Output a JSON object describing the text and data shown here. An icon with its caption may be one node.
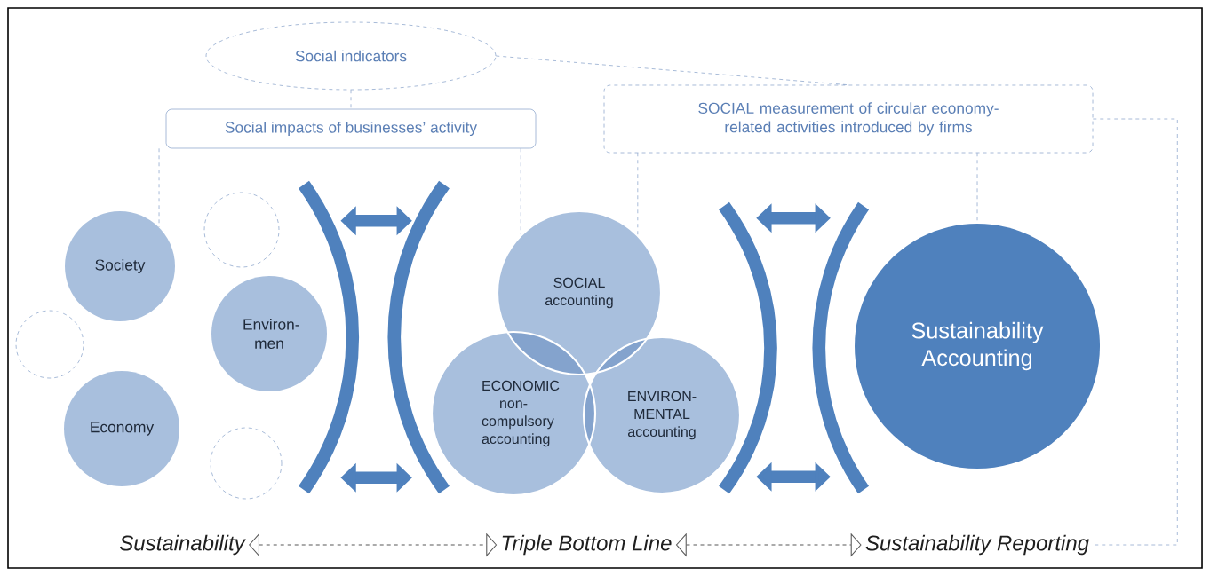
{
  "diagram": {
    "nodes": [
      {
        "text": [
          "Social indicators"
        ]
      },
      {
        "text": [
          "Social impacts of businesses’ activity"
        ]
      },
      {
        "text": [
          "SOCIAL measurement of circular economy-related activities introduced by firms"
        ]
      },
      {
        "text": [
          "Society"
        ]
      },
      {
        "text": [],
        "shape": "circle"
      },
      {
        "text": [],
        "shape": "circle"
      },
      {
        "text": [
          "Environ- men"
        ]
      },
      {
        "text": [
          "Economy"
        ]
      },
      {
        "text": [],
        "shape": "circle"
      },
      {
        "text": [
          "SOCIAL accounting"
        ]
      },
      {
        "text": [
          "ECONOMIC non- compulsory accounting"
        ]
      },
      {
        "text": [
          "ENVIRON- MENTAL accounting"
        ]
      },
      {
        "text": [
          "Sustainability Accounting"
        ]
      },
      {
        "text": [
          "Sustainability"
        ]
      },
      {
        "text": [
          "Triple Bottom Line"
        ]
      },
      {
        "text": [
          "Sustainability Reporting"
        ]
      },
      {
        "text": [],
        "shape": "bracket"
      },
      {
        "text": [],
        "shape": "bracket"
      },
      {
        "text": [],
        "shape": "bracket"
      },
      {
        "text": [],
        "shape": "bracket"
      }
    ],
    "edges": [
      {
        "from": 0,
        "to": 1,
        "arrow": "none",
        "style": "dashed"
      },
      {
        "from": 1,
        "to": 3,
        "arrow": "none",
        "style": "dashed"
      },
      {
        "from": 1,
        "to": 9,
        "arrow": "none",
        "style": "dashed"
      },
      {
        "from": 0,
        "to": 2,
        "arrow": "none",
        "style": "dashed"
      },
      {
        "from": 2,
        "to": 9,
        "arrow": "none",
        "style": "dashed"
      },
      {
        "from": 2,
        "to": 12,
        "arrow": "none",
        "style": "dashed"
      },
      {
        "from": 2,
        "to": 15,
        "arrow": "none",
        "style": "dashed"
      },
      {
        "from": 13,
        "to": 14,
        "arrow": "both",
        "style": "dashed",
        "color": "#595959"
      },
      {
        "from": 14,
        "to": 15,
        "arrow": "both",
        "style": "dashed",
        "color": "#595959"
      },
      {
        "from": 16,
        "to": 17,
        "arrow": "both",
        "style": "thick",
        "color": "#4f81bd"
      },
      {
        "from": 16,
        "to": 17,
        "arrow": "both",
        "style": "thick",
        "color": "#4f81bd"
      },
      {
        "from": 18,
        "to": 19,
        "arrow": "both",
        "style": "thick",
        "color": "#4f81bd"
      },
      {
        "from": 18,
        "to": 19,
        "arrow": "both",
        "style": "thick",
        "color": "#4f81bd"
      }
    ]
  }
}
